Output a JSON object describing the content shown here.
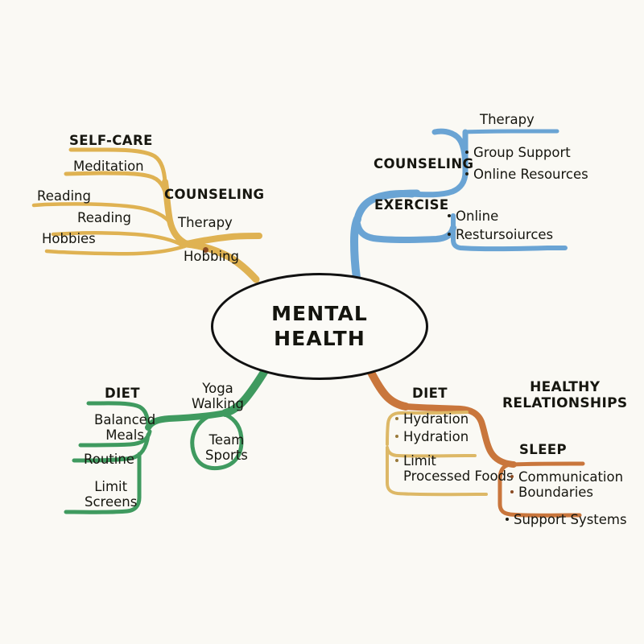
{
  "diagram": {
    "kind": "mind-map",
    "background_color": "#faf9f4",
    "center": {
      "label": "MENTAL\nHEALTH",
      "outline_color": "#111111",
      "fill_color": "#fbfaf6"
    },
    "branches": [
      {
        "id": "self-care",
        "color": "#dfb252",
        "direction": "upper-left",
        "headings": [
          {
            "id": "self-care-heading",
            "label": "SELF-CARE"
          },
          {
            "id": "counseling-heading-left",
            "label": "COUNSELING"
          }
        ],
        "leaves": [
          {
            "id": "meditation",
            "label": "Meditation"
          },
          {
            "id": "reading-upper",
            "label": "Reading"
          },
          {
            "id": "reading-lower",
            "label": "Reading"
          },
          {
            "id": "hobbies",
            "label": "Hobbies"
          },
          {
            "id": "therapy-left",
            "label": "Therapy"
          },
          {
            "id": "hobbing",
            "label": "Hobbing"
          }
        ]
      },
      {
        "id": "counseling-exercise",
        "color": "#6aa4d4",
        "direction": "upper-right",
        "headings": [
          {
            "id": "counseling-heading-right",
            "label": "COUNSELING"
          },
          {
            "id": "exercise-heading",
            "label": "EXERCISE"
          }
        ],
        "leaves": [
          {
            "id": "therapy-right",
            "label": "Therapy"
          }
        ],
        "bullets": [
          {
            "id": "group-support",
            "label": "Group Support"
          },
          {
            "id": "online-resources",
            "label": "Online Resources"
          },
          {
            "id": "online",
            "label": "Online"
          },
          {
            "id": "restursoiurces",
            "label": "Restursoiurces"
          }
        ]
      },
      {
        "id": "diet-activity",
        "color": "#3f9a5f",
        "direction": "lower-left",
        "headings": [
          {
            "id": "diet-heading-left",
            "label": "DIET"
          }
        ],
        "leaves": [
          {
            "id": "balanced-meals",
            "label": "Balanced\nMeals"
          },
          {
            "id": "routine",
            "label": "Routine"
          },
          {
            "id": "limit-screens",
            "label": "Limit\nScreens"
          },
          {
            "id": "yoga-walking",
            "label": "Yoga\nWalking"
          },
          {
            "id": "team-sports",
            "label": "Team\nSports"
          }
        ]
      },
      {
        "id": "healthy-relationships",
        "color": "#c9763c",
        "direction": "lower-right",
        "sub_color": "#ddb866",
        "headings": [
          {
            "id": "diet-heading-right",
            "label": "DIET"
          },
          {
            "id": "healthy-relationships-heading",
            "label": "HEALTHY\nRELATIONSHIPS"
          },
          {
            "id": "sleep-heading",
            "label": "SLEEP"
          }
        ],
        "bullets": [
          {
            "id": "hydration-1",
            "label": "Hydration"
          },
          {
            "id": "hydration-2",
            "label": "Hydration"
          },
          {
            "id": "limit-processed-foods",
            "label": "Limit\nProcessed Foods"
          },
          {
            "id": "communication",
            "label": "Communication"
          },
          {
            "id": "boundaries",
            "label": "Boundaries"
          },
          {
            "id": "support-systems",
            "label": "Support Systems"
          }
        ]
      }
    ]
  },
  "labels": {
    "center_title": "MENTAL\nHEALTH",
    "self_care": "SELF-CARE",
    "meditation": "Meditation",
    "reading_upper": "Reading",
    "reading_lower": "Reading",
    "hobbies": "Hobbies",
    "counseling_left": "COUNSELING",
    "therapy_left": "Therapy",
    "hobbing": "Hobbing",
    "therapy_right": "Therapy",
    "counseling_right": "COUNSELING",
    "group_support": "Group Support",
    "online_resources": "Online Resources",
    "exercise": "EXERCISE",
    "online": "Online",
    "restursoiurces": "Restursoiurces",
    "diet_left": "DIET",
    "balanced_meals": "Balanced\nMeals",
    "routine": "Routine",
    "limit_screens": "Limit\nScreens",
    "yoga_walking": "Yoga\nWalking",
    "team_sports": "Team\nSports",
    "diet_right": "DIET",
    "healthy_relationships": "HEALTHY\nRELATIONSHIPS",
    "hydration_1": "Hydration",
    "hydration_2": "Hydration",
    "limit_processed_foods": "Limit\nProcessed Foods",
    "sleep": "SLEEP",
    "communication": "Communication",
    "boundaries": "Boundaries",
    "support_systems": "Support Systems"
  },
  "colors": {
    "gold": "#dfb252",
    "gold_light": "#ddb866",
    "blue": "#6aa4d4",
    "green": "#3f9a5f",
    "orange": "#c9763c",
    "ink": "#16160f",
    "background": "#faf9f4",
    "node_dot_brown": "#8a4a22"
  }
}
